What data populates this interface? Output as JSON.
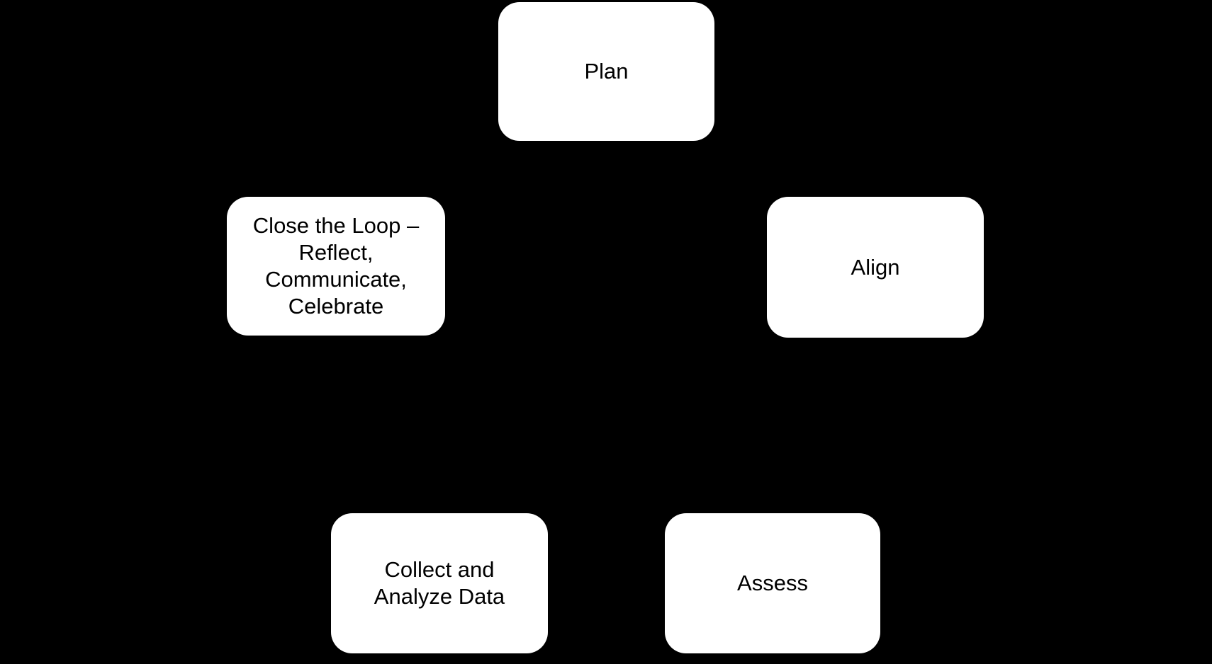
{
  "diagram": {
    "type": "cycle",
    "background_color": "#000000",
    "node_fill_color": "#FFFFFF",
    "node_text_color": "#000000",
    "nodes": [
      {
        "id": "plan",
        "label": "Plan"
      },
      {
        "id": "close-loop",
        "label": "Close the Loop –\nReflect,\nCommunicate,\nCelebrate"
      },
      {
        "id": "align",
        "label": "Align"
      },
      {
        "id": "collect-data",
        "label": "Collect and\nAnalyze Data"
      },
      {
        "id": "assess",
        "label": "Assess"
      }
    ]
  }
}
